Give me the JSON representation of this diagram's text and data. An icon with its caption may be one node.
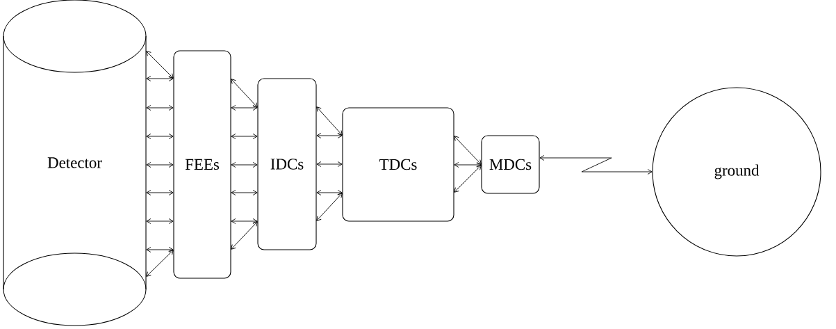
{
  "diagram": {
    "nodes": [
      {
        "text": [
          "Detector"
        ]
      },
      {
        "text": [
          "FEEs"
        ]
      },
      {
        "text": [
          "IDCs"
        ]
      },
      {
        "text": [
          "TDCs"
        ]
      },
      {
        "text": [
          "MDCs"
        ]
      },
      {
        "text": [
          "ground"
        ]
      }
    ],
    "edges": [
      {
        "from": 0,
        "to": 1,
        "arrow": "both"
      },
      {
        "from": 0,
        "to": 1,
        "arrow": "both"
      },
      {
        "from": 0,
        "to": 1,
        "arrow": "both"
      },
      {
        "from": 0,
        "to": 1,
        "arrow": "both"
      },
      {
        "from": 0,
        "to": 1,
        "arrow": "both"
      },
      {
        "from": 0,
        "to": 1,
        "arrow": "both"
      },
      {
        "from": 0,
        "to": 1,
        "arrow": "both"
      },
      {
        "from": 0,
        "to": 1,
        "arrow": "both"
      },
      {
        "from": 0,
        "to": 1,
        "arrow": "both"
      },
      {
        "from": 1,
        "to": 2,
        "arrow": "both"
      },
      {
        "from": 1,
        "to": 2,
        "arrow": "both"
      },
      {
        "from": 1,
        "to": 2,
        "arrow": "both"
      },
      {
        "from": 1,
        "to": 2,
        "arrow": "both"
      },
      {
        "from": 1,
        "to": 2,
        "arrow": "both"
      },
      {
        "from": 1,
        "to": 2,
        "arrow": "both"
      },
      {
        "from": 1,
        "to": 2,
        "arrow": "both"
      },
      {
        "from": 2,
        "to": 3,
        "arrow": "both"
      },
      {
        "from": 2,
        "to": 3,
        "arrow": "both"
      },
      {
        "from": 2,
        "to": 3,
        "arrow": "both"
      },
      {
        "from": 2,
        "to": 3,
        "arrow": "both"
      },
      {
        "from": 2,
        "to": 3,
        "arrow": "both"
      },
      {
        "from": 3,
        "to": 4,
        "arrow": "both"
      },
      {
        "from": 3,
        "to": 4,
        "arrow": "both"
      },
      {
        "from": 3,
        "to": 4,
        "arrow": "both"
      },
      {
        "from": 4,
        "to": 5,
        "arrow": "both"
      }
    ]
  }
}
